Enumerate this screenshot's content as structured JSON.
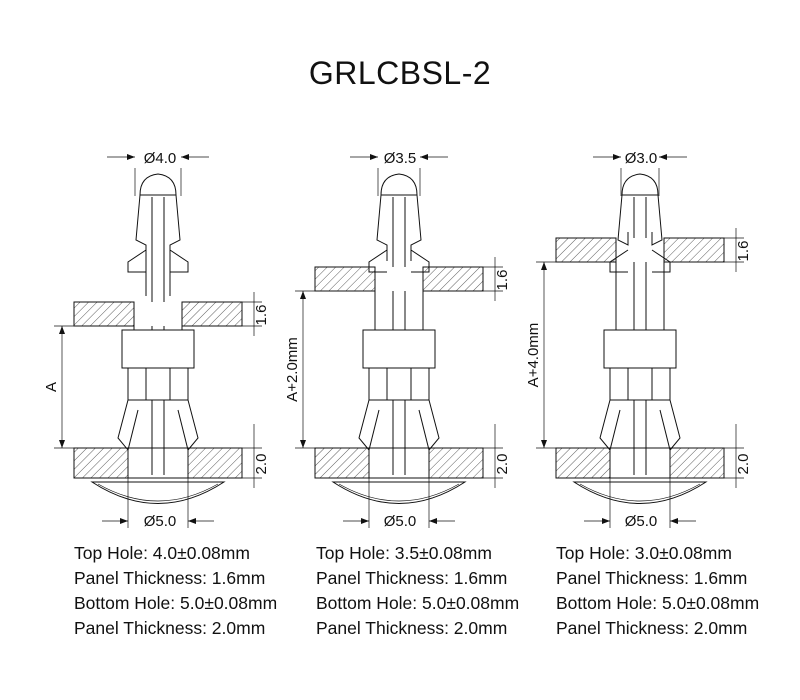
{
  "title": "GRLCBSL-2",
  "parts": [
    {
      "top_dim": "Ø4.0",
      "bottom_dim": "Ø5.0",
      "top_thickness_dim": "1.6",
      "bottom_thickness_dim": "2.0",
      "height_dim": "A",
      "specs": [
        "Top Hole: 4.0±0.08mm",
        "Panel Thickness: 1.6mm",
        "Bottom Hole: 5.0±0.08mm",
        "Panel Thickness: 2.0mm"
      ]
    },
    {
      "top_dim": "Ø3.5",
      "bottom_dim": "Ø5.0",
      "top_thickness_dim": "1.6",
      "bottom_thickness_dim": "2.0",
      "height_dim": "A+2.0mm",
      "specs": [
        "Top Hole: 3.5±0.08mm",
        "Panel Thickness: 1.6mm",
        "Bottom Hole: 5.0±0.08mm",
        "Panel Thickness: 2.0mm"
      ]
    },
    {
      "top_dim": "Ø3.0",
      "bottom_dim": "Ø5.0",
      "top_thickness_dim": "1.6",
      "bottom_thickness_dim": "2.0",
      "height_dim": "A+4.0mm",
      "specs": [
        "Top Hole: 3.0±0.08mm",
        "Panel Thickness: 1.6mm",
        "Bottom Hole: 5.0±0.08mm",
        "Panel Thickness: 2.0mm"
      ]
    }
  ],
  "colors": {
    "ink": "#111111",
    "background": "#ffffff"
  }
}
